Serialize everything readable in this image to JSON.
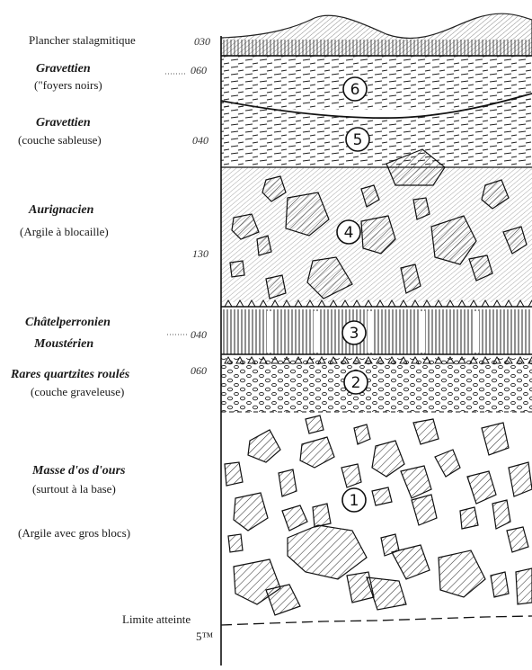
{
  "diagram": {
    "layers": [
      {
        "number": "",
        "title": "Plancher stalagmitique",
        "subtitle": "",
        "thickness": "0⁠30",
        "style": "plain"
      },
      {
        "number": "6",
        "title": "Gravettien",
        "subtitle": "(\"foyers noirs)",
        "thickness": "0⁠60",
        "style": "bold"
      },
      {
        "number": "5",
        "title": "Gravettien",
        "subtitle": "(couche sableuse)",
        "thickness": "0⁠40",
        "style": "bold"
      },
      {
        "number": "4",
        "title": "Aurignacien",
        "subtitle": "(Argile à blocaille)",
        "thickness": "1⁠30",
        "style": "bold"
      },
      {
        "number": "3",
        "title": "Châtelperronien",
        "subtitle": "Moustérien",
        "thickness": "0⁠40",
        "style": "bold2"
      },
      {
        "number": "2",
        "title": "Rares quartzites roulés",
        "subtitle": "(couche graveleuse)",
        "thickness": "0⁠60",
        "style": "bold"
      },
      {
        "number": "1",
        "title": "Masse d'os d'ours",
        "subtitle": "(surtout à la base)",
        "note": "(Argile avec gros blocs)",
        "thickness": "",
        "style": "bold"
      }
    ],
    "limit_label": "Limite atteinte",
    "depth_label": "5™"
  }
}
